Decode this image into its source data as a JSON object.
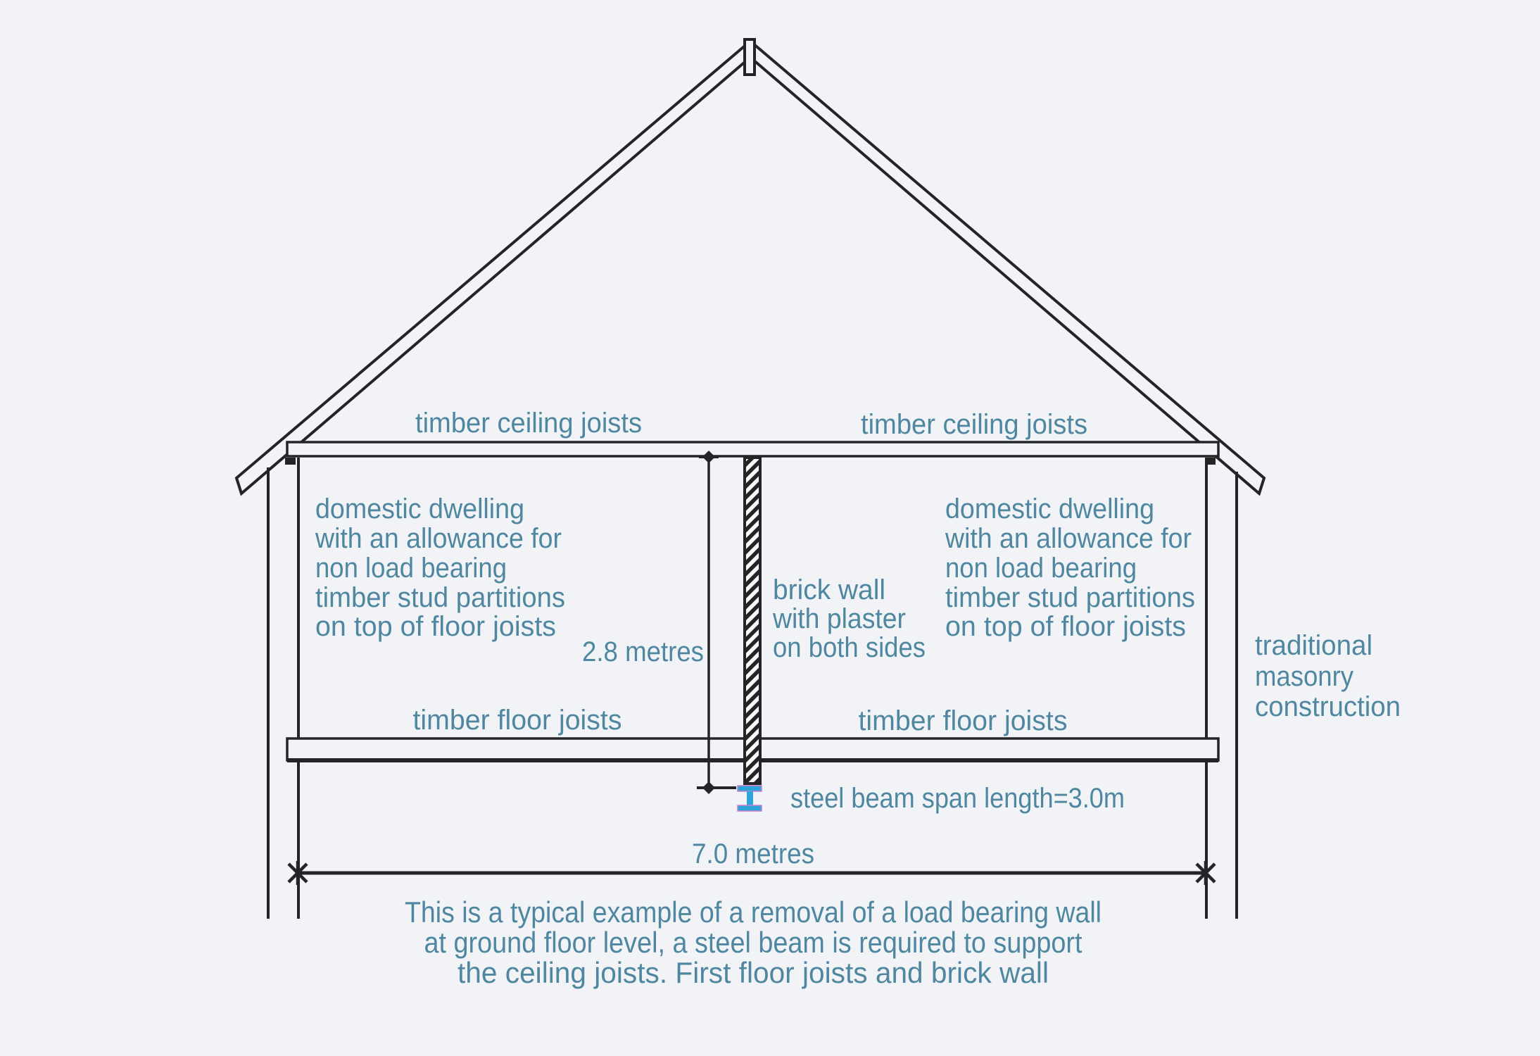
{
  "colors": {
    "background": "#f1f3f6",
    "line": "#242427",
    "text": "#4f87a0",
    "steel_beam_fill": "#2ba5da",
    "steel_beam_outline": "#ca7cd0"
  },
  "labels": {
    "ceiling_joists_left": "timber ceiling joists",
    "ceiling_joists_right": "timber ceiling joists",
    "floor_joists_left": "timber floor joists",
    "floor_joists_right": "timber floor joists",
    "dwelling_left": [
      "domestic dwelling",
      "with an allowance for",
      "non load bearing",
      "timber stud partitions",
      "on top of floor joists"
    ],
    "dwelling_right": [
      "domestic dwelling",
      "with an allowance for",
      "non load bearing",
      "timber stud partitions",
      "on top of floor joists"
    ],
    "brick_wall": [
      "brick wall",
      "with plaster",
      "on both sides"
    ],
    "masonry": [
      "traditional",
      "masonry",
      "construction"
    ],
    "dim_height": "2.8 metres",
    "dim_width": "7.0 metres",
    "steel_beam": "steel beam span length=3.0m",
    "caption": [
      "This is a typical example of a removal of a load bearing wall",
      "at ground floor level, a steel beam is required to support",
      "the ceiling joists. First floor joists and brick wall"
    ]
  }
}
